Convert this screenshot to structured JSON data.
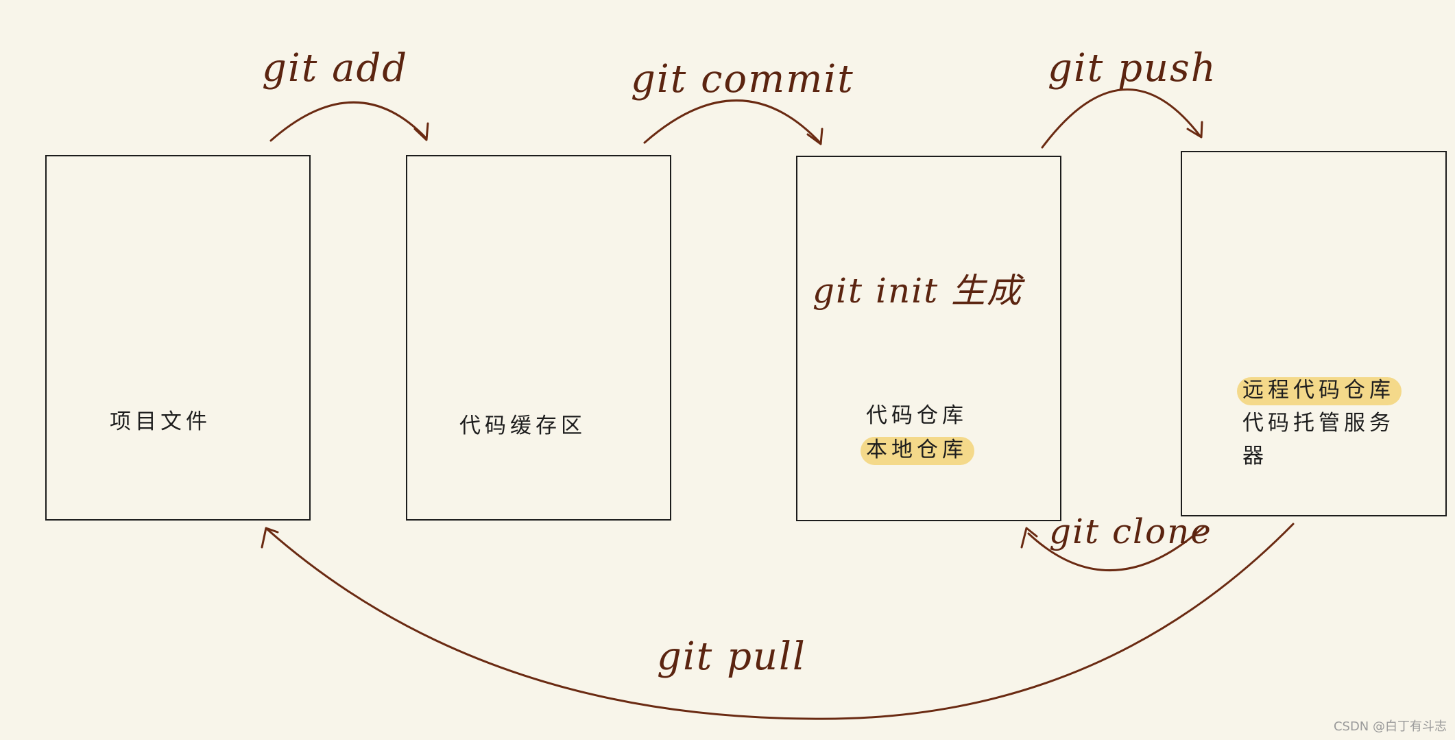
{
  "boxes": [
    {
      "label_lines": [
        "项目文件"
      ]
    },
    {
      "label_lines": [
        "代码缓存区"
      ]
    },
    {
      "label_lines": [
        "代码仓库",
        "本地仓库"
      ],
      "note": "git init 生成"
    },
    {
      "label_lines": [
        "远程代码仓库",
        "代码托管服务",
        "器"
      ]
    }
  ],
  "commands": {
    "add": "git add",
    "commit": "git commit",
    "push": "git push",
    "clone": "git clone",
    "pull": "git pull"
  },
  "watermark": "CSDN @白丁有斗志",
  "colors": {
    "background": "#f8f5ea",
    "ink": "#1d1d1d",
    "arrow": "#6a2a12",
    "highlight": "#f4d98a"
  }
}
